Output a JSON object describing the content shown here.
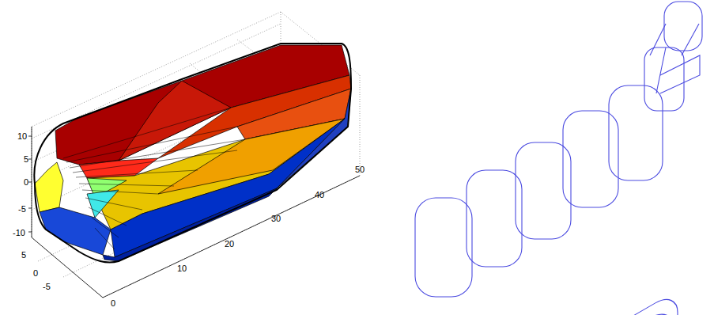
{
  "diagram": {
    "labels": [
      "10",
      "5",
      "0",
      "-5",
      "-10",
      "5",
      "0",
      "-5",
      "0",
      "10",
      "20",
      "30",
      "40",
      "50"
    ]
  }
}
